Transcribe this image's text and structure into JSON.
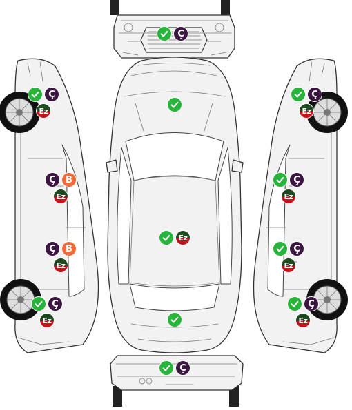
{
  "colors": {
    "ok": "#27b43a",
    "c": "#3b1640",
    "b": "#f06a3c",
    "ez_top": "#1d4a1e",
    "ez_bottom": "#c8121b"
  },
  "legend_letters": {
    "c": "Ç",
    "b": "B",
    "ez": "Ez"
  },
  "zones": [
    {
      "name": "front-bumper",
      "badges": [
        "ok",
        "c"
      ]
    },
    {
      "name": "hood",
      "badges": [
        "ok"
      ]
    },
    {
      "name": "roof",
      "badges": [
        "ok",
        "ez"
      ]
    },
    {
      "name": "trunk",
      "badges": [
        "ok"
      ]
    },
    {
      "name": "rear-bumper",
      "badges": [
        "ok",
        "c"
      ]
    },
    {
      "name": "left-front-fender",
      "badges": [
        "ok",
        "c",
        "ez"
      ]
    },
    {
      "name": "left-front-door",
      "badges": [
        "c",
        "b",
        "ez"
      ]
    },
    {
      "name": "left-rear-door",
      "badges": [
        "c",
        "b",
        "ez"
      ]
    },
    {
      "name": "left-rear-fender",
      "badges": [
        "ok",
        "c",
        "ez"
      ]
    },
    {
      "name": "right-front-fender",
      "badges": [
        "ok",
        "c",
        "ez"
      ]
    },
    {
      "name": "right-front-door",
      "badges": [
        "ok",
        "c",
        "ez"
      ]
    },
    {
      "name": "right-rear-door",
      "badges": [
        "ok",
        "c",
        "ez"
      ]
    },
    {
      "name": "right-rear-fender",
      "badges": [
        "ok",
        "c",
        "ez"
      ]
    }
  ]
}
